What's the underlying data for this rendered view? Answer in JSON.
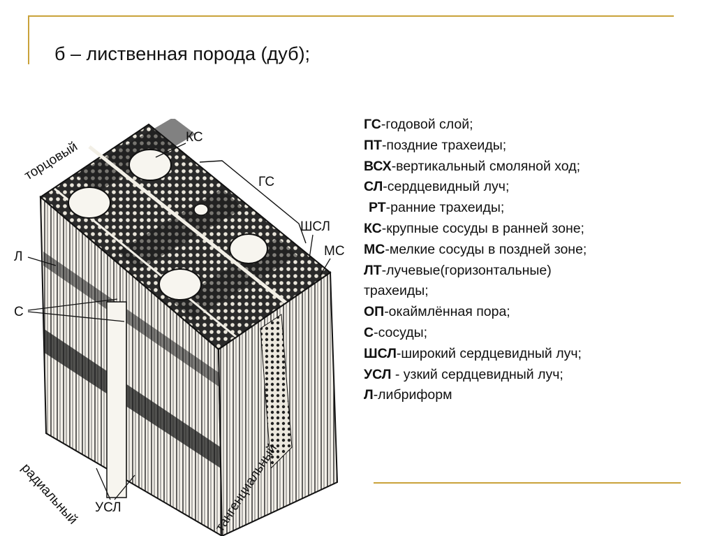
{
  "slide": {
    "title": "б – лиственная порода (дуб);"
  },
  "legend": {
    "items": [
      {
        "code": "ГС",
        "text": "-годовой слой;"
      },
      {
        "code": "ПТ",
        "text": "-поздние трахеиды;"
      },
      {
        "code": "ВСХ",
        "text": "-вертикальный смоляной ход;"
      },
      {
        "code": "СЛ",
        "text": "-сердцевидный луч;"
      },
      {
        "code": "РТ",
        "text": "-ранние трахеиды;"
      },
      {
        "code": "КС",
        "text": "-крупные сосуды в ранней зоне;"
      },
      {
        "code": "МС",
        "text": "-мелкие сосуды в поздней зоне;"
      },
      {
        "code": "ЛТ",
        "text": "-лучевые(горизонтальные)"
      },
      {
        "code": "",
        "text": "трахеиды;"
      },
      {
        "code": "ОП",
        "text": "-окаймлённая пора;"
      },
      {
        "code": "С",
        "text": "-сосуды;"
      },
      {
        "code": "ШСЛ",
        "text": "-широкий сердцевидный луч;"
      },
      {
        "code": "УСЛ",
        "text": " - узкий сердцевидный луч;"
      },
      {
        "code": "Л",
        "text": "-либриформ"
      }
    ]
  },
  "figure": {
    "labels": {
      "torcovy": "торцовый",
      "ks": "КС",
      "gs": "ГС",
      "shsl": "ШСЛ",
      "ms": "МС",
      "l": "Л",
      "c": "С",
      "usl": "УСЛ",
      "radialny": "радиальный",
      "tangentialny": "тангенциальный"
    }
  }
}
